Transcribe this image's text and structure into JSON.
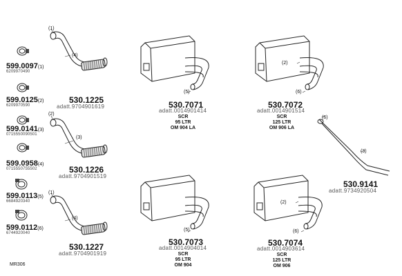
{
  "diagram_id": "MR306",
  "clamps": [
    {
      "part_no": "599.0097",
      "qty": "(1)",
      "ref": "6209970490"
    },
    {
      "part_no": "599.0125",
      "qty": "(2)",
      "ref": "6209970590"
    },
    {
      "part_no": "599.0141",
      "qty": "(3)",
      "ref": "0715550090501"
    },
    {
      "part_no": "599.0958",
      "qty": "(4)",
      "ref": "0715550755502"
    },
    {
      "part_no": "599.0113",
      "qty": "(5)",
      "ref": "6684920340"
    },
    {
      "part_no": "599.0112",
      "qty": "(6)",
      "ref": "6744920040"
    }
  ],
  "pipes": [
    {
      "part_no": "530.1225",
      "ref": "adatt.9704901619",
      "callout_top": "(1)",
      "callout_side": "(4)"
    },
    {
      "part_no": "530.1226",
      "ref": "adatt.9704901519",
      "callout_top": "(2)",
      "callout_side": "(3)"
    },
    {
      "part_no": "530.1227",
      "ref": "adatt.9704901919",
      "callout_top": "(1)",
      "callout_side": "(4)"
    }
  ],
  "silencers": [
    {
      "part_no": "530.7071",
      "ref": "adatt.0014901414",
      "notes": [
        "SCR",
        "95 LTR",
        "OM 904 LA"
      ],
      "callouts": [
        "(5)"
      ]
    },
    {
      "part_no": "530.7072",
      "ref": "adatt.0014901514",
      "notes": [
        "SCR",
        "125 LTR",
        "OM 906 LA"
      ],
      "callouts": [
        "(2)",
        "(6)"
      ]
    },
    {
      "part_no": "530.7073",
      "ref": "adatt.0014904014",
      "notes": [
        "SCR",
        "95 LTR",
        "OM 904"
      ],
      "callouts": [
        "(5)"
      ]
    },
    {
      "part_no": "530.7074",
      "ref": "adatt.0014903614",
      "notes": [
        "SCR",
        "125 LTR",
        "OM 906"
      ],
      "callouts": [
        "(2)",
        "(6)"
      ]
    }
  ],
  "tailpipe": {
    "part_no": "530.9141",
    "ref": "adatt.9734920504",
    "callouts": [
      "(6)",
      "(3)"
    ]
  }
}
